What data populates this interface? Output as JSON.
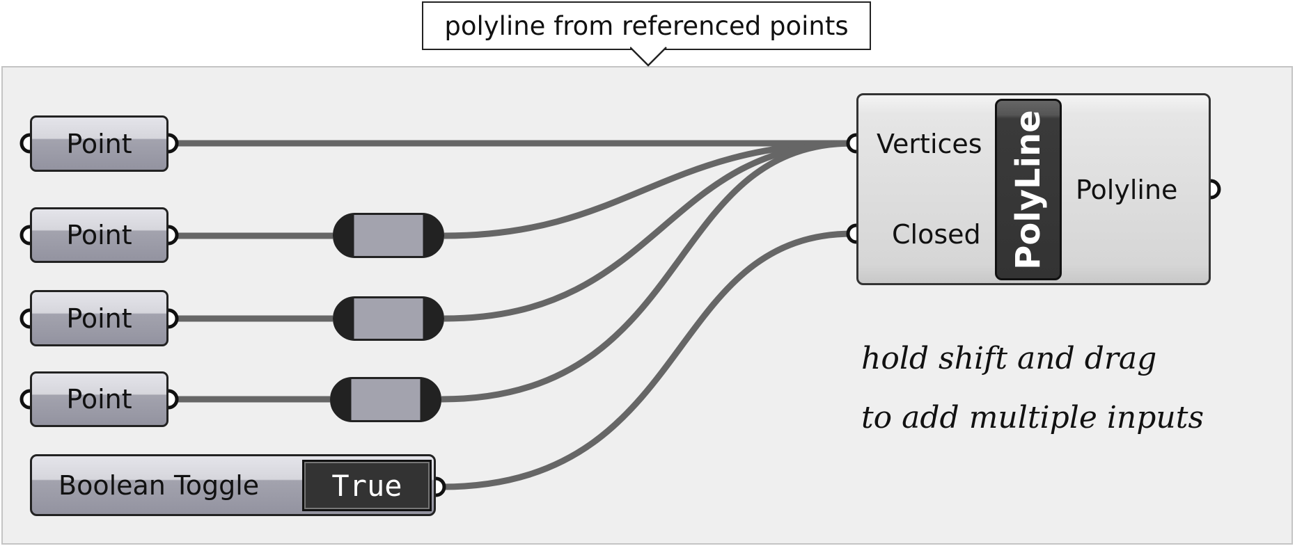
{
  "tooltip": "polyline from referenced points",
  "point_nodes": [
    "Point",
    "Point",
    "Point",
    "Point"
  ],
  "toggle": {
    "label": "Boolean Toggle",
    "value": "True"
  },
  "component": {
    "name": "PolyLine",
    "inputs": [
      "Vertices",
      "Closed"
    ],
    "output": "Polyline"
  },
  "note": [
    "hold shift and drag",
    "to add multiple inputs"
  ],
  "colors": {
    "wire": "#666666",
    "canvas": "#efefef"
  }
}
